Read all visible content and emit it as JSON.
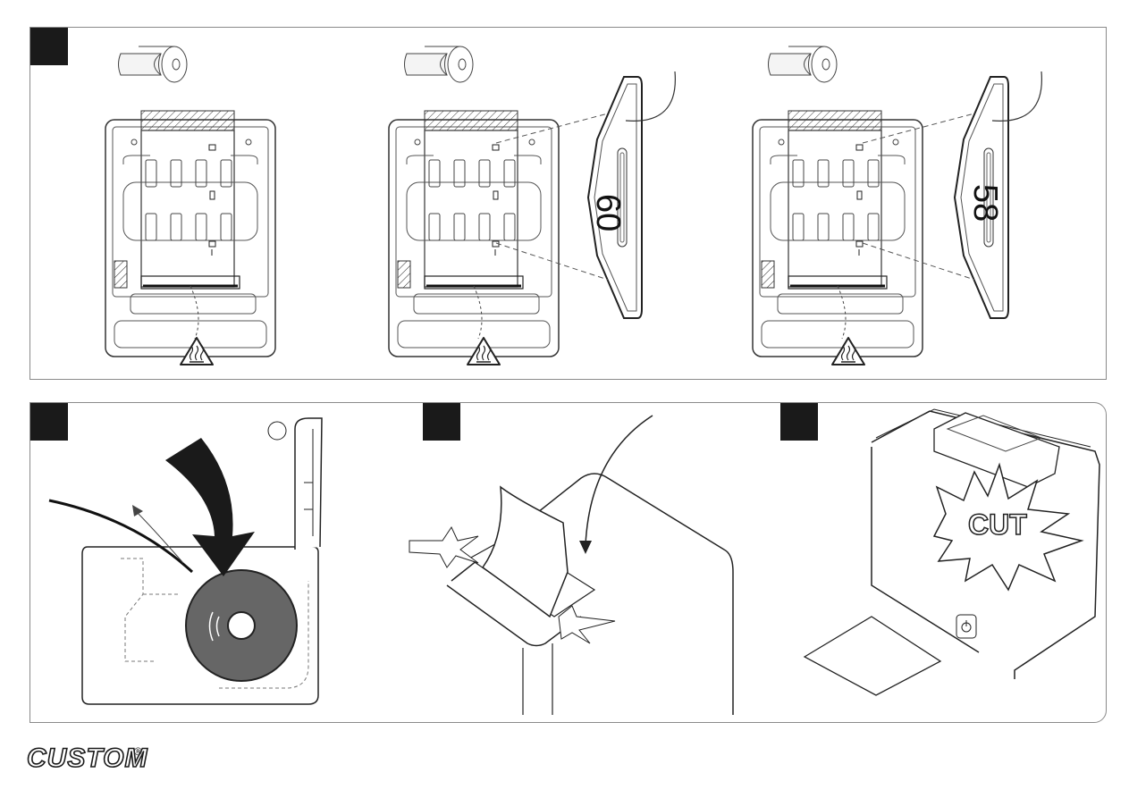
{
  "steps": [
    {
      "id": "step-1",
      "label": ""
    },
    {
      "id": "step-2",
      "label": ""
    },
    {
      "id": "step-3",
      "label": ""
    },
    {
      "id": "step-4",
      "label": ""
    }
  ],
  "paper_widths": {
    "guide_a": "60",
    "guide_b": "58"
  },
  "cut_label": "CUT",
  "brand": {
    "name": "CUSTOM",
    "registered": "®"
  },
  "icons": [
    "heat-warning-icon",
    "power-button-icon",
    "paper-roll-icon",
    "direction-arrow-icon",
    "cut-burst-icon"
  ]
}
